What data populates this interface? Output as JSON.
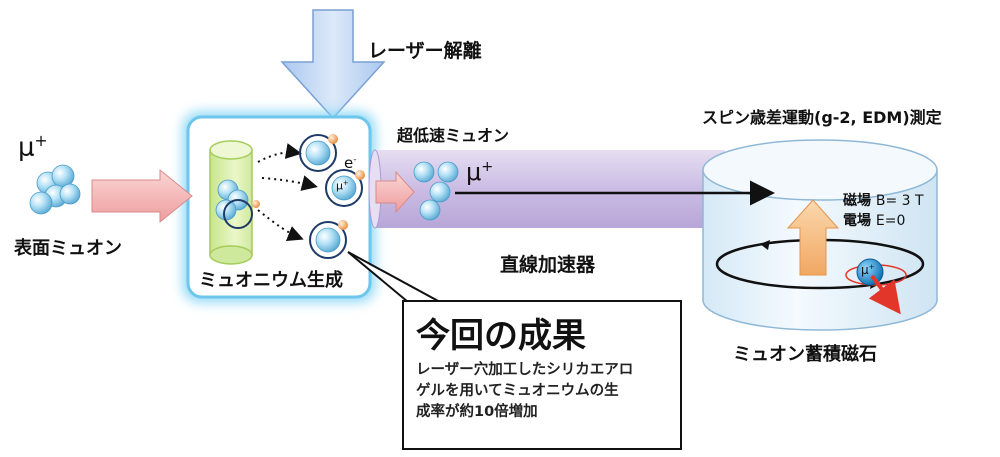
{
  "labels": {
    "laser_ionization": "レーザー解離",
    "surface_muon": "表面ミュオン",
    "muonium_generation": "ミュオニウム生成",
    "ultra_slow_muon": "超低速ミュオン",
    "linear_accelerator": "直線加速器",
    "spin_precession": "スピン歳差運動(g-2, EDM)測定",
    "storage_magnet": "ミュオン蓄積磁石",
    "field_b_name": "磁場",
    "field_b_value": "B= 3 T",
    "field_e_name": "電場",
    "field_e_value": "E=0",
    "mu": "μ",
    "plus": "+",
    "electron": "e",
    "minus": "-"
  },
  "result": {
    "title": "今回の成果",
    "lines": [
      "レーザー穴加工したシリカエアロ",
      "ゲルを用いてミュオニウムの生",
      "成率が約10倍増加"
    ]
  },
  "colors": {
    "muon_sphere": "#9fd6f0",
    "muon_sphere_edge": "#4a9cc8",
    "electron": "#f2a65a",
    "glow": "#7fd3f5",
    "aerogel": "#d8f0a8",
    "arrow_pink": "#f4b6b6",
    "arrow_blue": "#c9dcf5",
    "tube": "#d5c8ea",
    "magnet": "#e7f3fb",
    "orange_arrow": "#f7c08a",
    "spin_red": "#e2362a",
    "muon_ball": "#1a8fd0"
  }
}
